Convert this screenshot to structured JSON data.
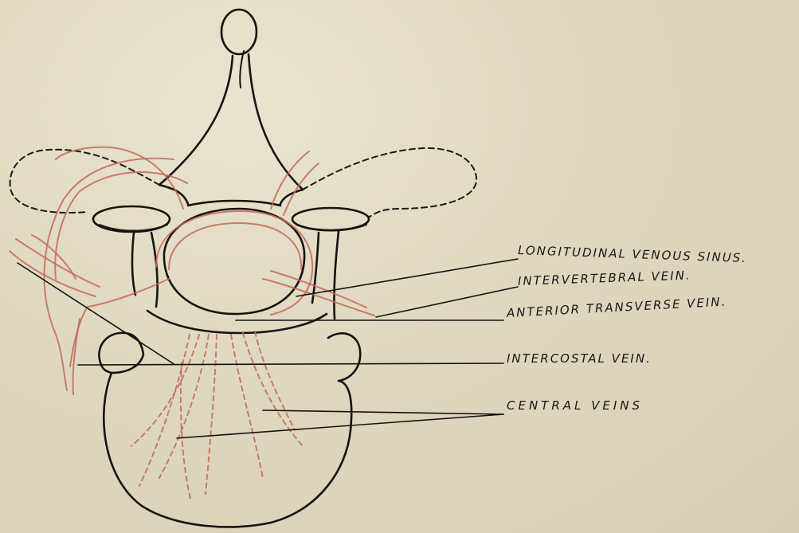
{
  "labels": {
    "longitudinal_venous_sinus": "LONGITUDINAL VENOUS SINUS.",
    "intervertebral_vein": "INTERVERTEBRAL VEIN.",
    "anterior_transverse_vein": "ANTERIOR TRANSVERSE VEIN.",
    "intercostal_vein": "INTERCOSTAL VEIN.",
    "central_veins": "CENTRAL VEINS"
  },
  "colors": {
    "paper": "#e2dcc6",
    "ink": "#171310",
    "vein_red": "#c46a58"
  }
}
